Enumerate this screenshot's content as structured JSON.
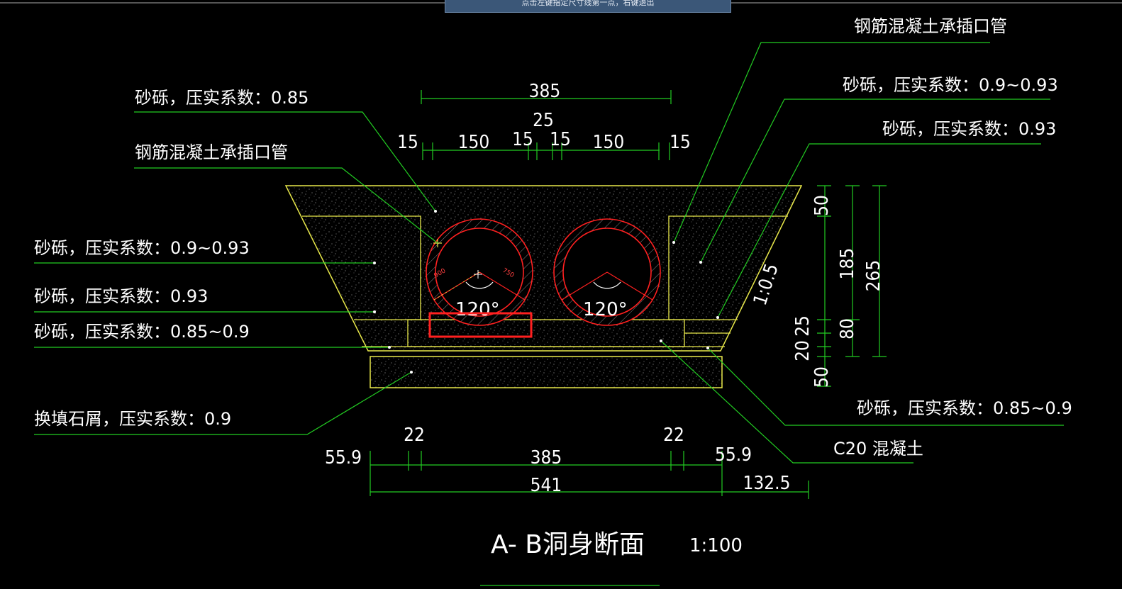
{
  "tooltip": {
    "text": "点击左键指定尺寸线第一点，右键退出"
  },
  "labels": {
    "top_right_pipe": "钢筋混凝土承插口管",
    "left_sand_085": "砂砾，压实系数：0.85",
    "left_pipe": "钢筋混凝土承插口管",
    "right_sand_09_093": "砂砾，压实系数：0.9~0.93",
    "right_sand_093": "砂砾，压实系数：0.93",
    "left_sand_09_093": "砂砾，压实系数：0.9~0.93",
    "left_sand_093": "砂砾，压实系数：0.93",
    "left_sand_085_09": "砂砾，压实系数：0.85~0.9",
    "left_stone": "换填石屑，压实系数：0.9",
    "right_sand_085_09": "砂砾，压实系数：0.85~0.9",
    "right_c20": "C20 混凝土"
  },
  "dimensions": {
    "top_total": "385",
    "top_mid": "25",
    "top_15a": "15",
    "top_150a": "150",
    "top_15b": "15",
    "top_15c": "15",
    "top_150b": "150",
    "top_15d": "15",
    "right_50a": "50",
    "right_185": "185",
    "right_265": "265",
    "right_25": "25",
    "right_80": "80",
    "right_20": "20",
    "right_50b": "50",
    "slope": "1:0.5",
    "bot_559a": "55.9",
    "bot_22a": "22",
    "bot_385": "385",
    "bot_22b": "22",
    "bot_559b": "55.9",
    "bot_541": "541",
    "bot_1325": "132.5"
  },
  "pipe": {
    "angle_a": "120°",
    "angle_b": "120°",
    "r_outer": "900",
    "r_inner": "750"
  },
  "title": {
    "name": "A- B洞身断面",
    "scale": "1:100"
  },
  "colors": {
    "bg": "#000000",
    "yellow": "#e8e84a",
    "green": "#22cc22",
    "red": "#ff2020",
    "white": "#ffffff"
  }
}
